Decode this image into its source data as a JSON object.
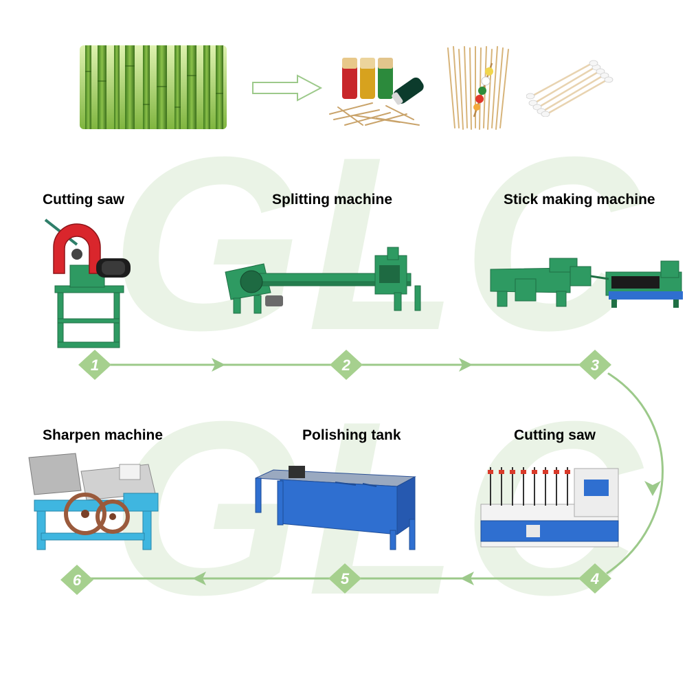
{
  "watermark": "GLC",
  "colors": {
    "flow_green": "#9cc98a",
    "badge_green": "#a6d08e",
    "machine_green": "#2e9a62",
    "machine_blue": "#2f6fd0",
    "sharpen_blue": "#3fb6e0",
    "cutter_red": "#d9262c"
  },
  "steps": [
    {
      "number": "1",
      "title": "Cutting saw"
    },
    {
      "number": "2",
      "title": "Splitting machine"
    },
    {
      "number": "3",
      "title": "Stick making machine"
    },
    {
      "number": "4",
      "title": "Cutting saw"
    },
    {
      "number": "5",
      "title": "Polishing tank"
    },
    {
      "number": "6",
      "title": "Sharpen machine"
    }
  ],
  "products": [
    "bamboo-forest",
    "toothpick-jars",
    "bbq-skewers",
    "cotton-swabs"
  ]
}
